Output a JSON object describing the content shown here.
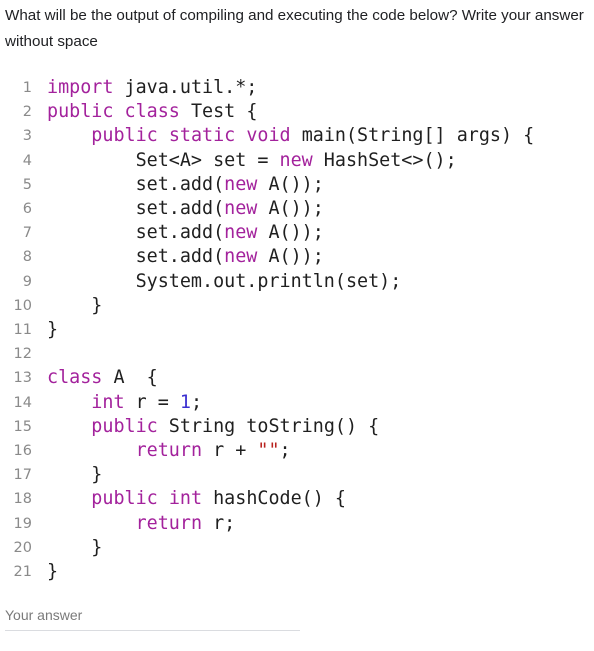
{
  "question": {
    "text": "What will be the output of compiling and executing the code below? Write your answer without space"
  },
  "code_lines": [
    {
      "n": "1",
      "parts": [
        {
          "t": "import",
          "c": "kw"
        },
        {
          "t": " java.util.*;",
          "c": ""
        }
      ]
    },
    {
      "n": "2",
      "parts": [
        {
          "t": "public",
          "c": "kw"
        },
        {
          "t": " ",
          "c": ""
        },
        {
          "t": "class",
          "c": "kw"
        },
        {
          "t": " Test {",
          "c": ""
        }
      ]
    },
    {
      "n": "3",
      "parts": [
        {
          "t": "    ",
          "c": ""
        },
        {
          "t": "public",
          "c": "kw"
        },
        {
          "t": " ",
          "c": ""
        },
        {
          "t": "static",
          "c": "kw"
        },
        {
          "t": " ",
          "c": ""
        },
        {
          "t": "void",
          "c": "kw"
        },
        {
          "t": " main(String[] args) {",
          "c": ""
        }
      ]
    },
    {
      "n": "4",
      "parts": [
        {
          "t": "        Set<A> set = ",
          "c": ""
        },
        {
          "t": "new",
          "c": "kw"
        },
        {
          "t": " HashSet<>();",
          "c": ""
        }
      ]
    },
    {
      "n": "5",
      "parts": [
        {
          "t": "        set.add(",
          "c": ""
        },
        {
          "t": "new",
          "c": "kw"
        },
        {
          "t": " A());",
          "c": ""
        }
      ]
    },
    {
      "n": "6",
      "parts": [
        {
          "t": "        set.add(",
          "c": ""
        },
        {
          "t": "new",
          "c": "kw"
        },
        {
          "t": " A());",
          "c": ""
        }
      ]
    },
    {
      "n": "7",
      "parts": [
        {
          "t": "        set.add(",
          "c": ""
        },
        {
          "t": "new",
          "c": "kw"
        },
        {
          "t": " A());",
          "c": ""
        }
      ]
    },
    {
      "n": "8",
      "parts": [
        {
          "t": "        set.add(",
          "c": ""
        },
        {
          "t": "new",
          "c": "kw"
        },
        {
          "t": " A());",
          "c": ""
        }
      ]
    },
    {
      "n": "9",
      "parts": [
        {
          "t": "        System.out.println(set);",
          "c": ""
        }
      ]
    },
    {
      "n": "10",
      "parts": [
        {
          "t": "    }",
          "c": ""
        }
      ]
    },
    {
      "n": "11",
      "parts": [
        {
          "t": "}",
          "c": ""
        }
      ]
    },
    {
      "n": "12",
      "parts": []
    },
    {
      "n": "13",
      "parts": [
        {
          "t": "class",
          "c": "kw"
        },
        {
          "t": " A  {",
          "c": ""
        }
      ]
    },
    {
      "n": "14",
      "parts": [
        {
          "t": "    ",
          "c": ""
        },
        {
          "t": "int",
          "c": "kw"
        },
        {
          "t": " r = ",
          "c": ""
        },
        {
          "t": "1",
          "c": "num"
        },
        {
          "t": ";",
          "c": ""
        }
      ]
    },
    {
      "n": "15",
      "parts": [
        {
          "t": "    ",
          "c": ""
        },
        {
          "t": "public",
          "c": "kw"
        },
        {
          "t": " String toString() {",
          "c": ""
        }
      ]
    },
    {
      "n": "16",
      "parts": [
        {
          "t": "        ",
          "c": ""
        },
        {
          "t": "return",
          "c": "kw"
        },
        {
          "t": " r + ",
          "c": ""
        },
        {
          "t": "\"\"",
          "c": "str"
        },
        {
          "t": ";",
          "c": ""
        }
      ]
    },
    {
      "n": "17",
      "parts": [
        {
          "t": "    }",
          "c": ""
        }
      ]
    },
    {
      "n": "18",
      "parts": [
        {
          "t": "    ",
          "c": ""
        },
        {
          "t": "public",
          "c": "kw"
        },
        {
          "t": " ",
          "c": ""
        },
        {
          "t": "int",
          "c": "kw"
        },
        {
          "t": " hashCode() {",
          "c": ""
        }
      ]
    },
    {
      "n": "19",
      "parts": [
        {
          "t": "        ",
          "c": ""
        },
        {
          "t": "return",
          "c": "kw"
        },
        {
          "t": " r;",
          "c": ""
        }
      ]
    },
    {
      "n": "20",
      "parts": [
        {
          "t": "    }",
          "c": ""
        }
      ]
    },
    {
      "n": "21",
      "parts": [
        {
          "t": "}",
          "c": ""
        }
      ]
    }
  ],
  "answer": {
    "placeholder": "Your answer",
    "value": ""
  },
  "colors": {
    "keyword": "#a3229c",
    "number": "#3b2fd0",
    "string": "#b8211e",
    "line_number": "#8a8a8a",
    "underline": "#dadce0"
  }
}
